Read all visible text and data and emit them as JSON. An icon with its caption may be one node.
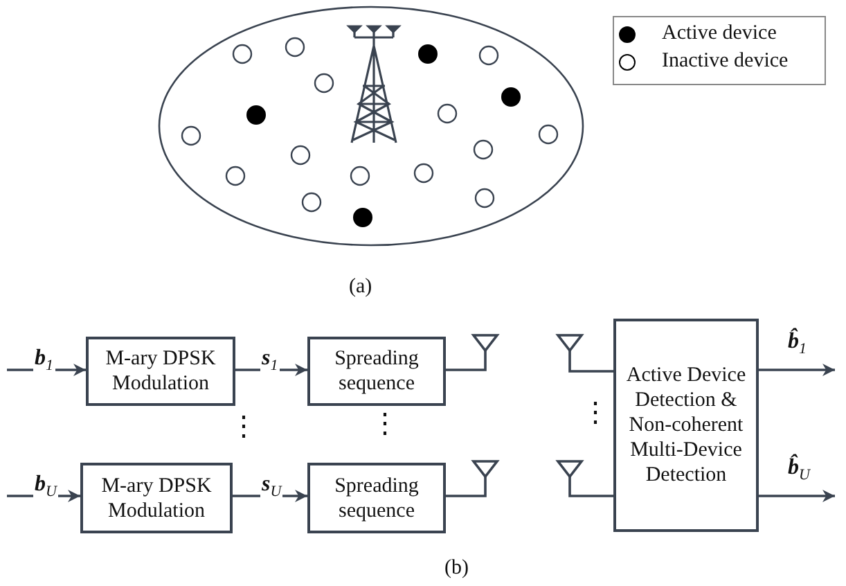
{
  "diagram": {
    "nodes": [
      {
        "text": [
          "M-ary DPSK Modulation"
        ]
      },
      {
        "text": [
          "Spreading sequence"
        ]
      },
      {
        "text": [
          "M-ary DPSK Modulation"
        ]
      },
      {
        "text": [
          "Spreading sequence"
        ]
      },
      {
        "text": [],
        "shape": "antenna"
      },
      {
        "text": [],
        "shape": "antenna"
      },
      {
        "text": [],
        "shape": "antenna"
      },
      {
        "text": [],
        "shape": "antenna"
      },
      {
        "text": [
          "Active Device Detection & Non-coherent Multi-Device Detection"
        ]
      }
    ],
    "edges": [
      {
        "from": null,
        "to": 0,
        "arrow": "to",
        "label": "**b**$_{1}$"
      },
      {
        "from": 0,
        "to": 1,
        "arrow": "to",
        "label": "**s**$_{1}$"
      },
      {
        "from": null,
        "to": 2,
        "arrow": "to",
        "label": "**b**$_{U}$"
      },
      {
        "from": 2,
        "to": 3,
        "arrow": "to",
        "label": "**s**$_{U}$"
      },
      {
        "from": 1,
        "to": 4,
        "arrow": "none"
      },
      {
        "from": 3,
        "to": 5,
        "arrow": "none"
      },
      {
        "from": 6,
        "to": 8,
        "arrow": "none"
      },
      {
        "from": 7,
        "to": 8,
        "arrow": "none"
      },
      {
        "from": 8,
        "to": null,
        "arrow": "to",
        "label": "**b̂**$_{1}$"
      },
      {
        "from": 8,
        "to": null,
        "arrow": "to",
        "label": "**b̂**$_{U}$"
      }
    ],
    "labels": [
      "(a)",
      "⋮",
      "⋮",
      "⋮",
      "(b)"
    ],
    "legend": [
      {
        "text": "Active device",
        "color": "#000000"
      },
      {
        "text": "Inactive device",
        "color": "#ffffff"
      }
    ]
  }
}
